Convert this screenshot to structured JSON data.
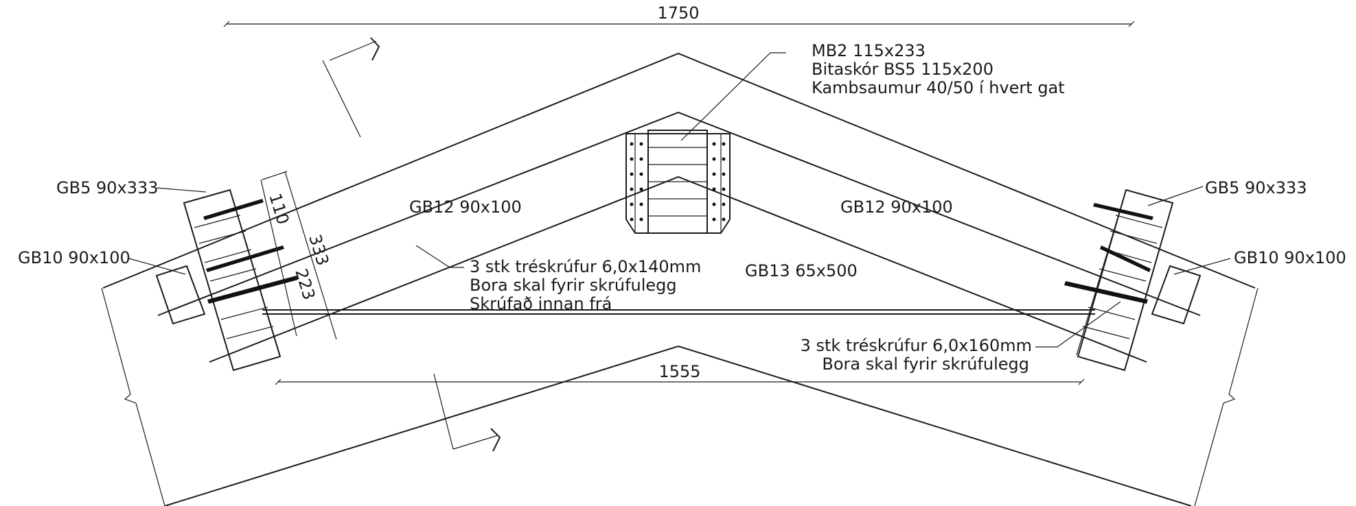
{
  "dimensions": {
    "top_width": "1750",
    "bottom_width": "1555",
    "left_110": "110",
    "left_333": "333",
    "left_223": "223"
  },
  "labels": {
    "gb5_left": "GB5 90x333",
    "gb10_left": "GB10 90x100",
    "gb12_left": "GB12 90x100",
    "gb12_right": "GB12 90x100",
    "gb5_right": "GB5 90x333",
    "gb10_right": "GB10 90x100",
    "gb13": "GB13 65x500"
  },
  "notes": {
    "connector": [
      "MB2 115x233",
      "Bitaskór BS5 115x200",
      "Kambsaumur 40/50 í hvert gat"
    ],
    "screws_left": [
      "3 stk tréskrúfur 6,0x140mm",
      "Bora skal fyrir skrúfulegg",
      "Skrúfað innan frá"
    ],
    "screws_right": [
      "3 stk tréskrúfur 6,0x160mm",
      "Bora skal fyrir skrúfulegg"
    ]
  }
}
